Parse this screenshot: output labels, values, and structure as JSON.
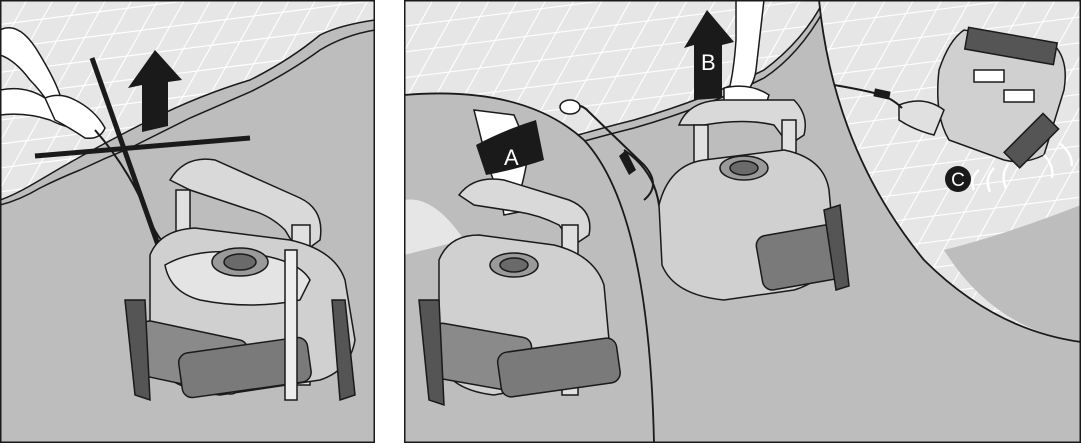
{
  "callouts": {
    "a": "A",
    "b": "B",
    "c": "C"
  },
  "colors": {
    "floor": "#bdbdbd",
    "wall": "#e6e6e6",
    "grid": "#ffffff",
    "ink": "#1a1a1a",
    "robot_body": "#d9d9d9",
    "robot_dark": "#7a7a7a"
  },
  "panels": {
    "left": {
      "meaning": "do-not-lift-by-cable",
      "symbol": "cross-mark"
    },
    "right": {
      "steps": [
        "A",
        "B",
        "C"
      ]
    }
  }
}
